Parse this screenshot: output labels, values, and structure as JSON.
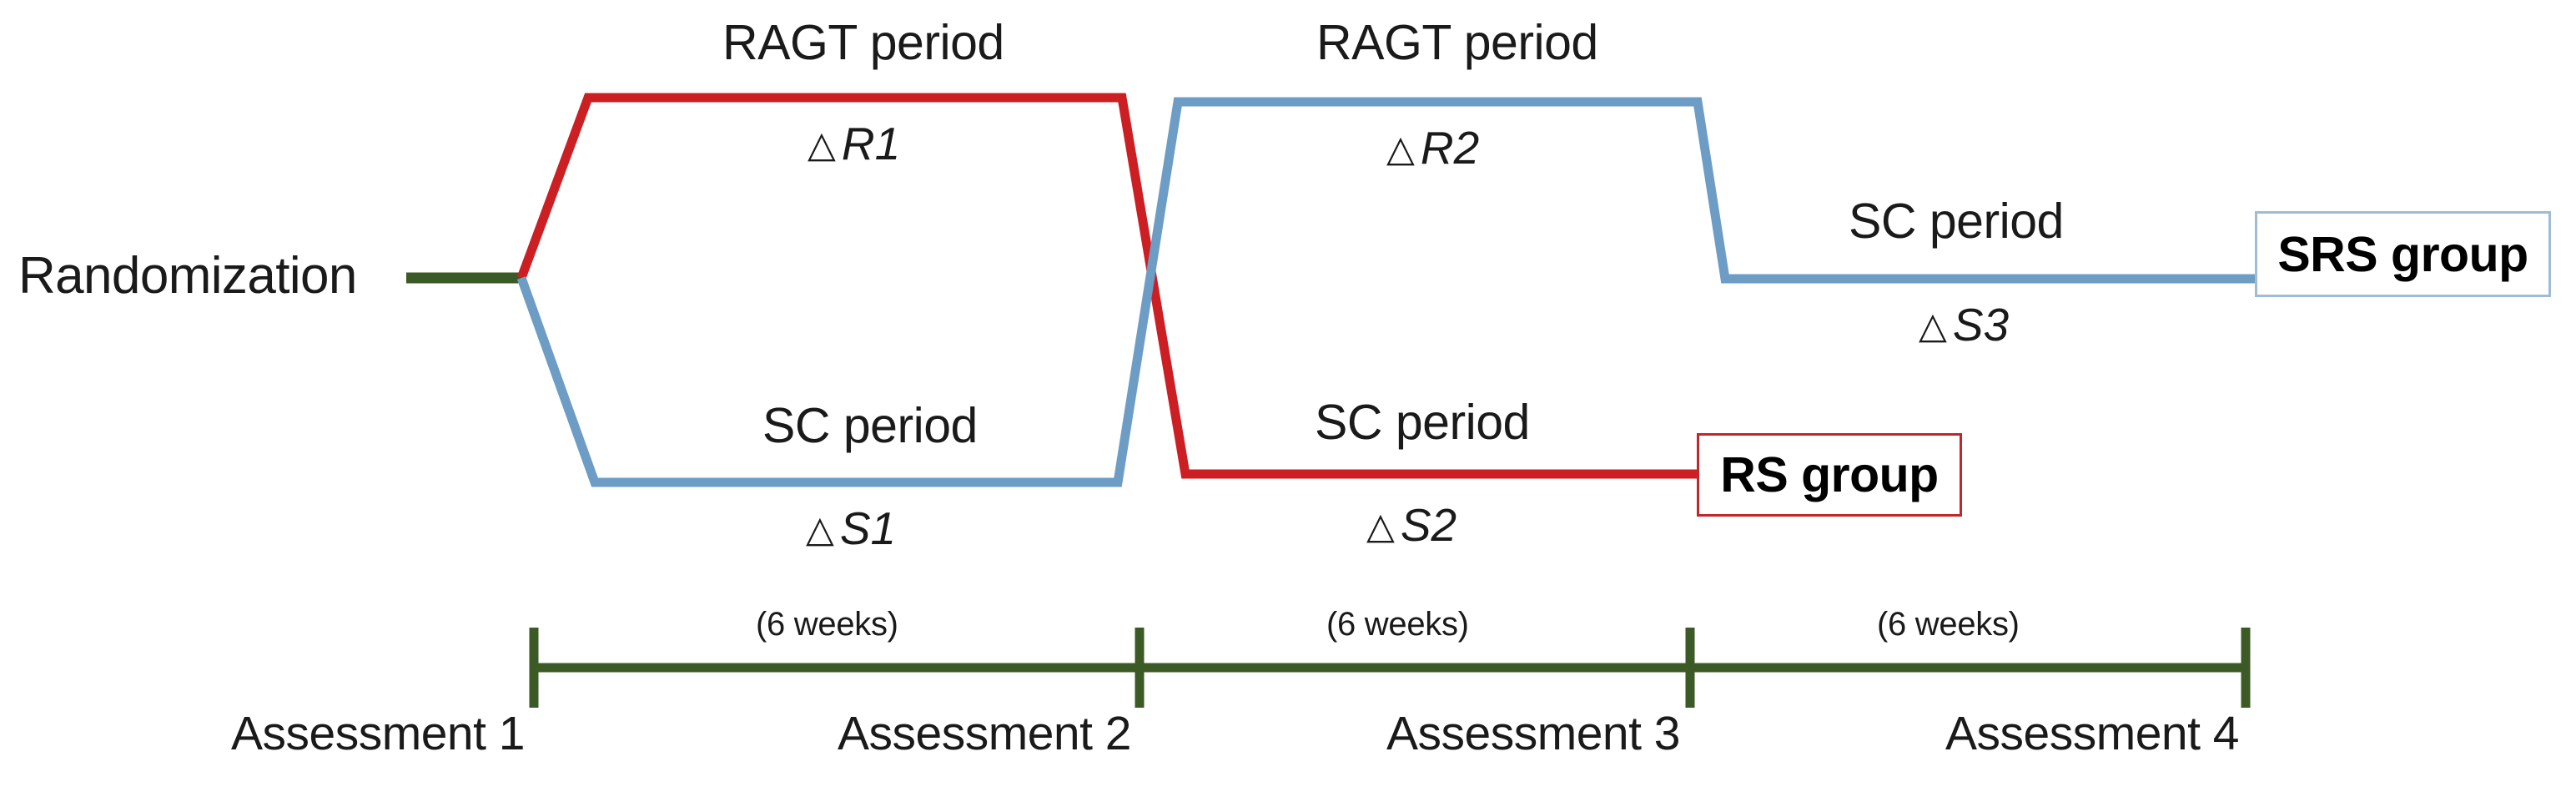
{
  "diagram": {
    "type": "crossover-trial-design",
    "root_node": {
      "label": "Randomization"
    },
    "colors": {
      "ragt_red": "#CC1F24",
      "sc_blue": "#6D9DC5",
      "timeline_green": "#3C5A25",
      "text": "#1A1A1A"
    },
    "arms": [
      {
        "name": "RS group",
        "color": "#CC1F24",
        "sequence": [
          {
            "period_label": "RAGT period",
            "delta_label": "R1",
            "delta_symbol": "△"
          },
          {
            "period_label": "SC period",
            "delta_label": "S2",
            "delta_symbol": "△"
          }
        ]
      },
      {
        "name": "SRS group",
        "color": "#6D9DC5",
        "sequence": [
          {
            "period_label": "SC period",
            "delta_label": "S1",
            "delta_symbol": "△"
          },
          {
            "period_label": "RAGT period",
            "delta_label": "R2",
            "delta_symbol": "△"
          },
          {
            "period_label": "SC period",
            "delta_label": "S3",
            "delta_symbol": "△"
          }
        ]
      }
    ],
    "period_labels": {
      "ragt1": "RAGT period",
      "ragt2": "RAGT period",
      "sc1": "SC period",
      "sc2": "SC period",
      "sc3": "SC period"
    },
    "delta_labels": {
      "r1": "R1",
      "r2": "R2",
      "s1": "S1",
      "s2": "S2",
      "s3": "S3"
    },
    "delta_symbol": "△",
    "group_boxes": {
      "srs": "SRS group",
      "rs": "RS group"
    },
    "timeline": {
      "intervals": [
        {
          "duration": "(6 weeks)"
        },
        {
          "duration": "(6 weeks)"
        },
        {
          "duration": "(6 weeks)"
        }
      ],
      "assessments": [
        "Assessment 1",
        "Assessment 2",
        "Assessment 3",
        "Assessment 4"
      ]
    }
  }
}
